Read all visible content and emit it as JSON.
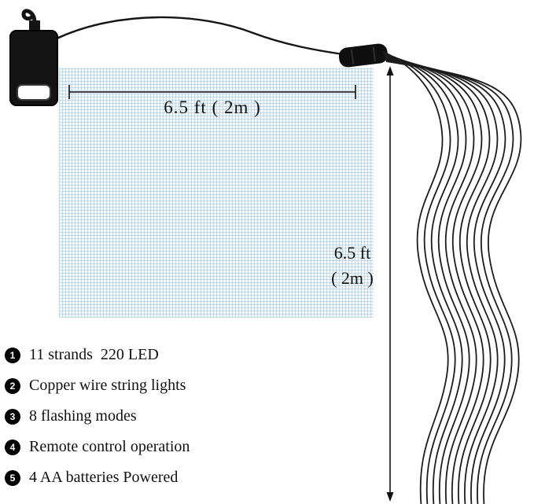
{
  "labels": {
    "width_dimension": "6.5 ft ( 2m )",
    "height_dimension_line1": "6.5 ft",
    "height_dimension_line2": "( 2m )"
  },
  "features": {
    "items": [
      {
        "num": "1",
        "text": "11 strands  220 LED"
      },
      {
        "num": "2",
        "text": "Copper wire string lights"
      },
      {
        "num": "3",
        "text": "8 flashing modes"
      },
      {
        "num": "4",
        "text": "Remote control operation"
      },
      {
        "num": "5",
        "text": "4 AA batteries Powered"
      }
    ]
  },
  "diagram": {
    "strand_count": 11,
    "strand_color": "#1c1c1c",
    "wire_color": "#151515",
    "mesh_color": "#f2f7fa",
    "mesh_line_color": "#94bad6",
    "battery_pack_color": "#141414"
  }
}
